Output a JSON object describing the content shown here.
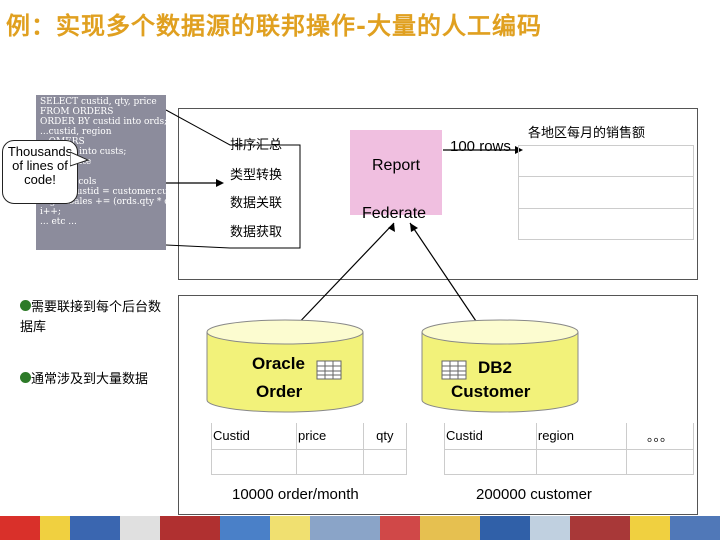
{
  "title": "例：实现多个数据源的联邦操作-大量的人工编码",
  "code_lines": [
    "SELECT custid, qty, price",
    "FROM ORDERS",
    "ORDER BY custid into ords;",
    "    ...custid, region",
    "    ...OMERS",
    "    ...custid into custs;",
    "    ...eliminate",
    "    ...ble",
    "    ...der in cols",
    "    ...ords.custid = customer.custid",
    "regionsales += (ords.qty * order.price)",
    "  i++;",
    "  ... etc ..."
  ],
  "callout": [
    "Thousands",
    "of lines of",
    "code!"
  ],
  "steps": [
    "排序汇总",
    "类型转换",
    "数据关联",
    "数据获取"
  ],
  "report_label": "Report",
  "federate_label": "Federate",
  "rows_label": "100 rows",
  "sales_table_title": "各地区每月的销售额",
  "bullets": [
    "需要联接到每个后台数据库",
    "通常涉及到大量数据"
  ],
  "db_oracle": {
    "line1": "Oracle",
    "line2": "Order"
  },
  "db_db2": {
    "line1": "DB2",
    "line2": "Customer"
  },
  "oracle_columns": [
    "Custid",
    "price",
    "qty"
  ],
  "db2_columns": [
    "Custid",
    "region",
    "。。。"
  ],
  "oracle_count": "10000 order/month",
  "db2_count": "200000 customer",
  "colors": {
    "title": "#e0a020",
    "bullet": "#2d7a28",
    "pink": "#f0bfe0",
    "cylinder": "#f2f27a"
  }
}
